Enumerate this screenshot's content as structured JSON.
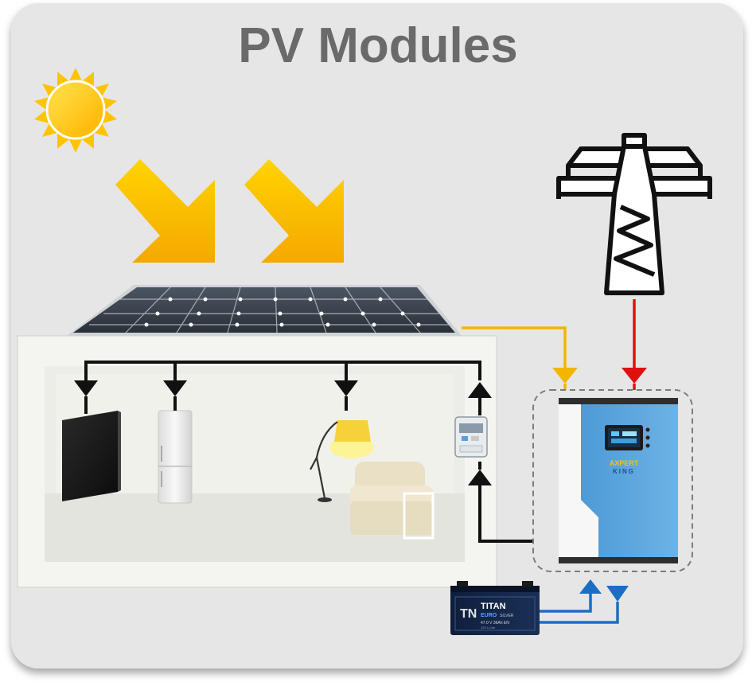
{
  "title": "PV Modules",
  "battery": {
    "logo": "TN",
    "brand": "TITAN",
    "series": "EURO",
    "series_suffix": "SILVER",
    "spec": "47.0 V    36Ah EN",
    "spec_sub": "12V  Li-ion"
  },
  "inverter": {
    "brand_line1": "AXPERT",
    "brand_line2": "KING"
  },
  "colors": {
    "pv_line": "#f2b600",
    "grid_line": "#e01010",
    "battery_line": "#1a6fc4",
    "load_line": "#111111",
    "sun": "#ffcc00",
    "arrow_top": "#ffd400",
    "arrow_bottom": "#f5b000"
  },
  "icons": [
    "sun-icon",
    "sunlight-arrow-icon",
    "power-tower-icon",
    "tv-icon",
    "fridge-icon",
    "lamp-icon",
    "sofa-icon",
    "energy-meter-icon",
    "inverter-icon",
    "battery-icon",
    "solar-panel-icon"
  ]
}
